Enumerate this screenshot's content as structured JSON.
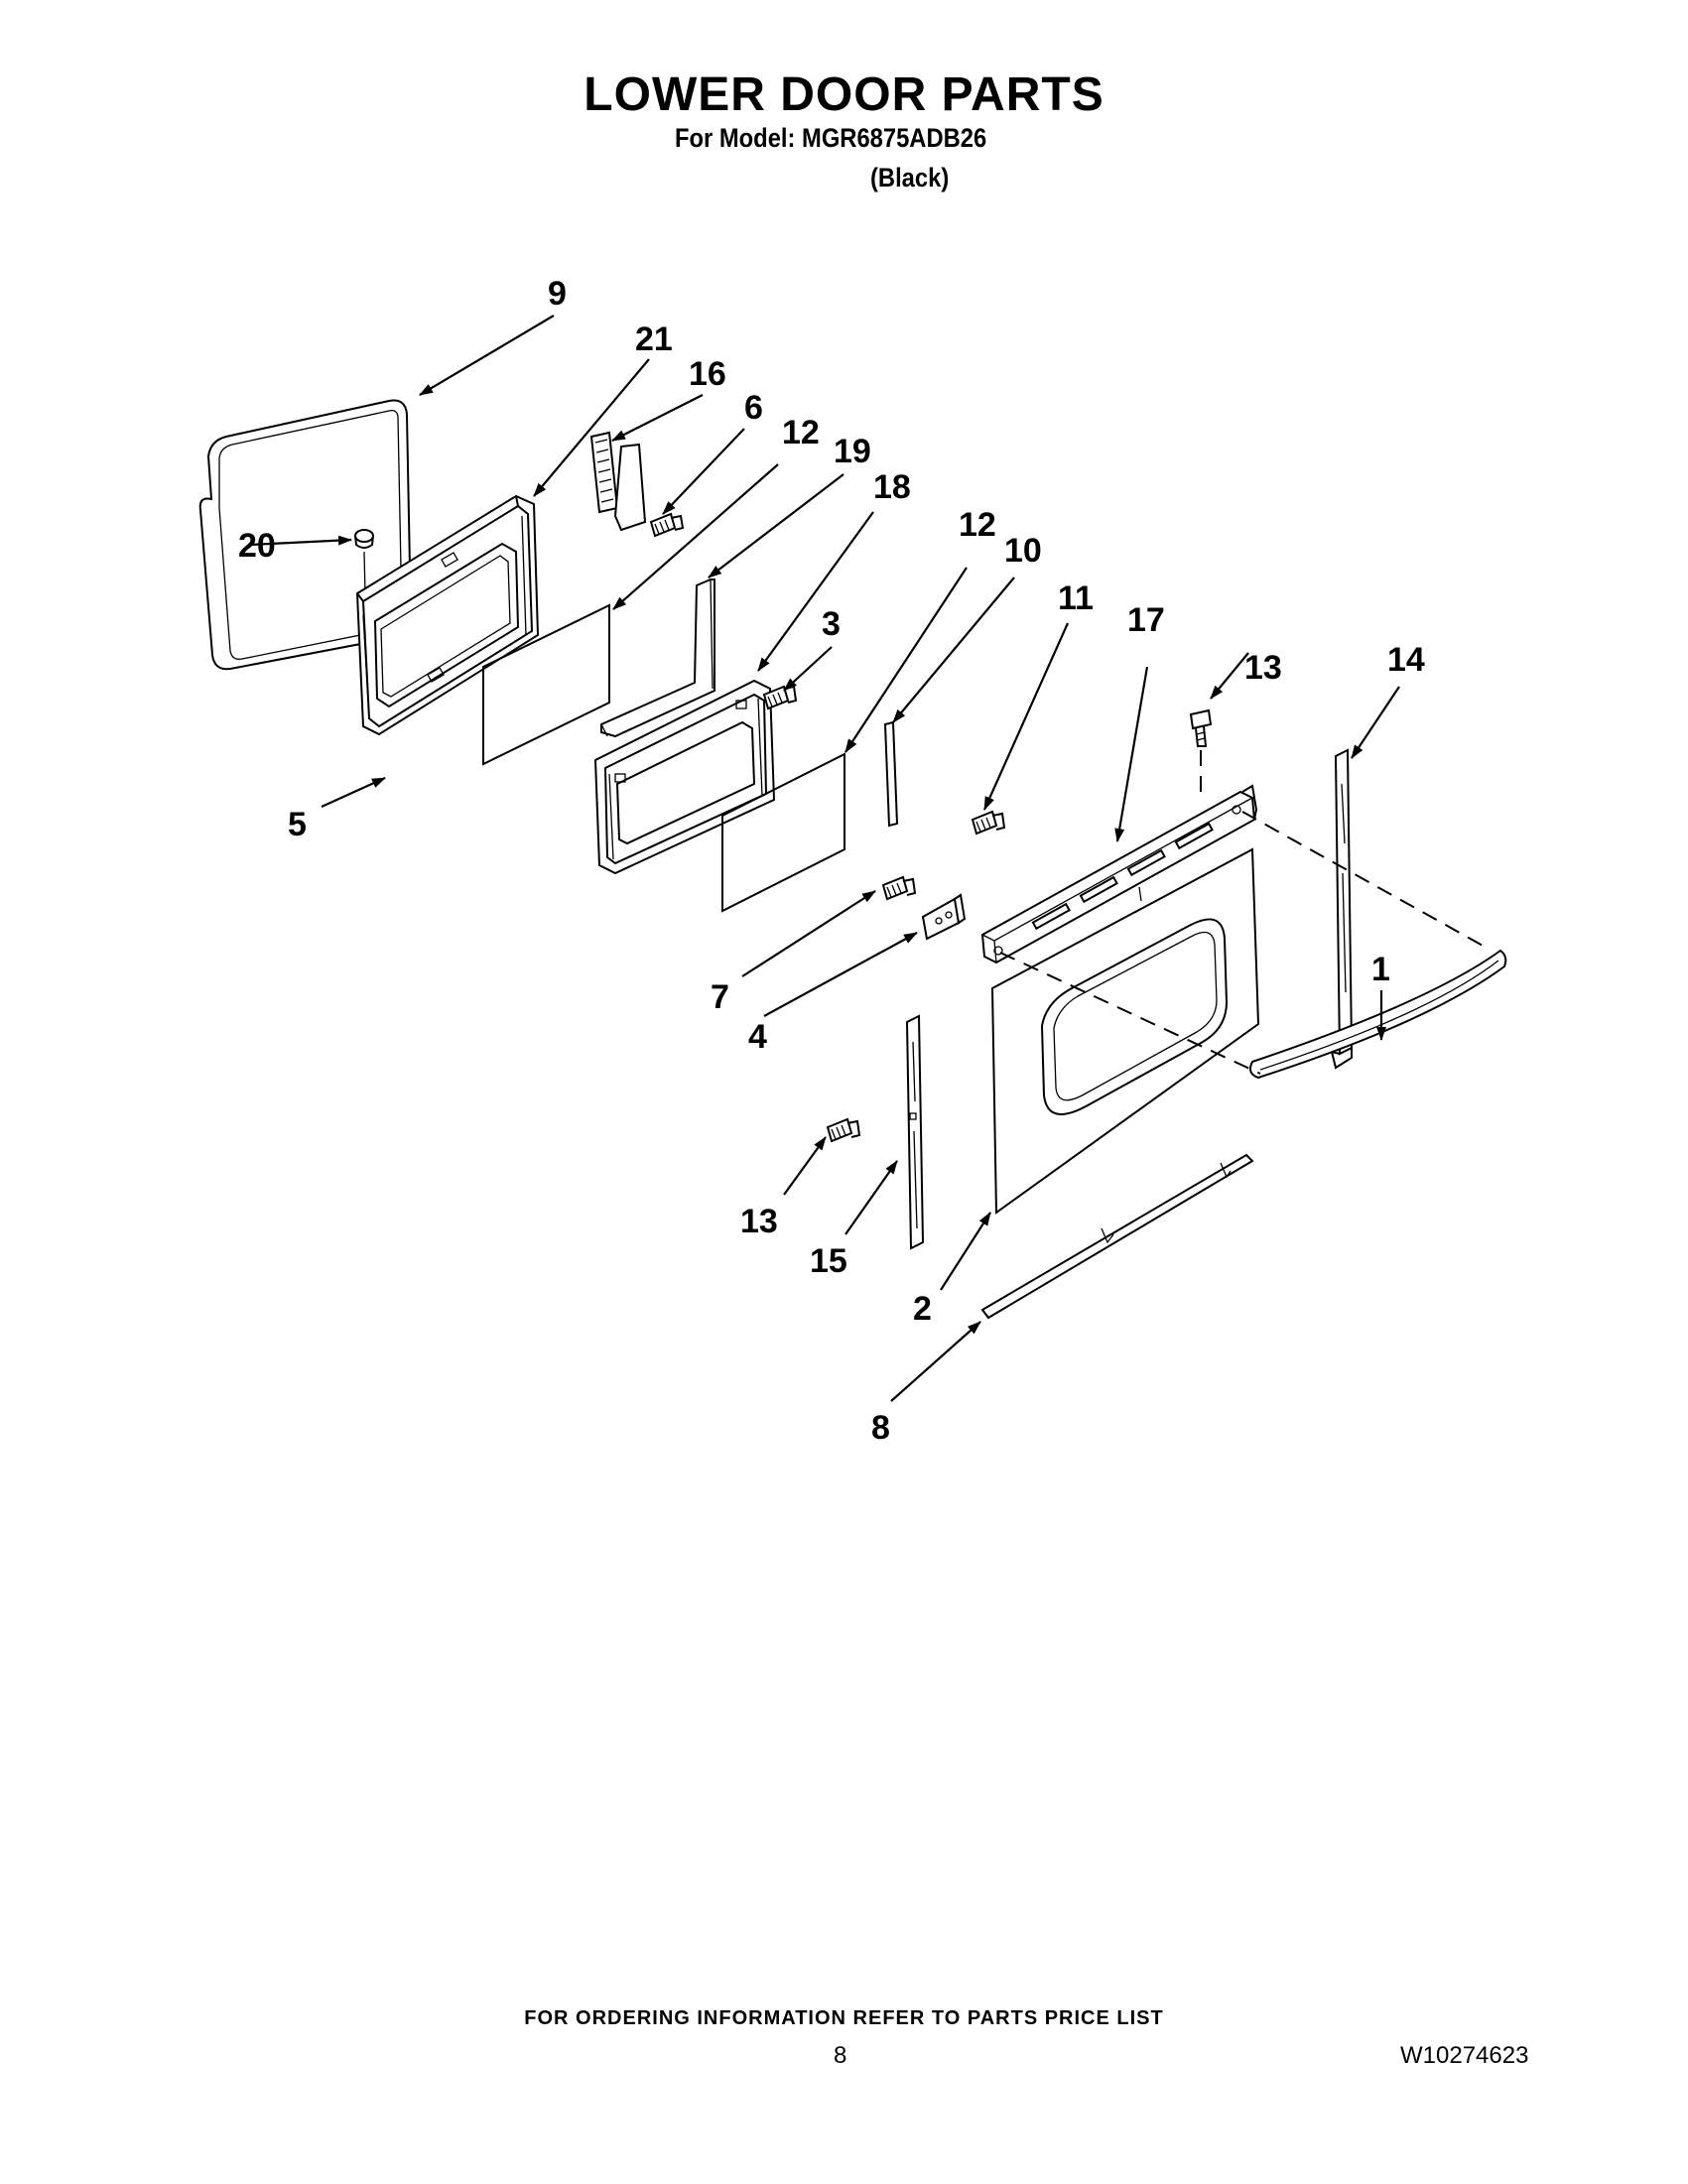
{
  "header": {
    "title": "LOWER DOOR PARTS",
    "model_line": "For Model: MGR6875ADB26",
    "color_line": "(Black)"
  },
  "callouts": {
    "c1": "1",
    "c2": "2",
    "c3": "3",
    "c4": "4",
    "c5": "5",
    "c6": "6",
    "c7": "7",
    "c8": "8",
    "c9": "9",
    "c10": "10",
    "c11": "11",
    "c12a": "12",
    "c12b": "12",
    "c13a": "13",
    "c13b": "13",
    "c14": "14",
    "c15": "15",
    "c16": "16",
    "c17": "17",
    "c18": "18",
    "c19": "19",
    "c20": "20",
    "c21": "21"
  },
  "footer": {
    "note": "FOR ORDERING INFORMATION REFER TO PARTS PRICE LIST",
    "page_number": "8",
    "document_number": "W10274623"
  }
}
